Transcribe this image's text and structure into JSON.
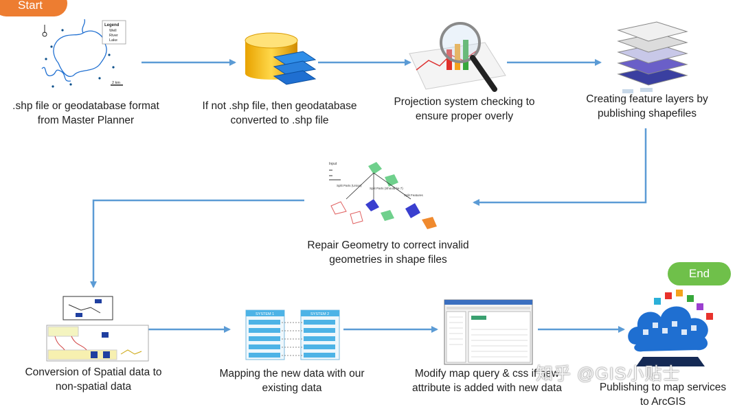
{
  "start_label": "Start",
  "end_label": "End",
  "steps": [
    {
      "id": "step1",
      "label": ".shp file or geodatabase format from Master Planner"
    },
    {
      "id": "step2",
      "label": "If not .shp file, then geodatabase converted to .shp file"
    },
    {
      "id": "step3",
      "label": "Projection system checking to ensure proper overly"
    },
    {
      "id": "step4",
      "label": "Creating feature layers by publishing shapefiles"
    },
    {
      "id": "step5",
      "label": "Repair Geometry to correct invalid geometries in shape files"
    },
    {
      "id": "step6",
      "label": "Conversion of Spatial data to non-spatial data"
    },
    {
      "id": "step7",
      "label": "Mapping the new data with our existing data"
    },
    {
      "id": "step8",
      "label": "Modify map query & css if new attribute is added with new data"
    },
    {
      "id": "step9",
      "label": "Publishing to map services to ArcGIS"
    }
  ],
  "map_legend": {
    "title": "Legend",
    "items": [
      "Well",
      "River",
      "Lake"
    ],
    "scale": "2 km"
  },
  "repair_diagram": {
    "texts": [
      "Input",
      "Split Parts (Union)",
      "Split Parts (Should be 7)",
      "Split Features"
    ]
  },
  "mapping_diagram": {
    "system_a": "SYSTEM 1",
    "system_b": "SYSTEM 2"
  },
  "watermark": "知乎 @GIS小贴士",
  "colors": {
    "arrow": "#5b9bd5",
    "start": "#ed7d31",
    "end": "#6fc04a"
  },
  "icons": [
    "map-icon",
    "database-icon",
    "chart-magnifier-icon",
    "layers-icon",
    "geometry-icon",
    "table-conversion-icon",
    "mapping-icon",
    "software-window-icon",
    "cloud-icon"
  ]
}
